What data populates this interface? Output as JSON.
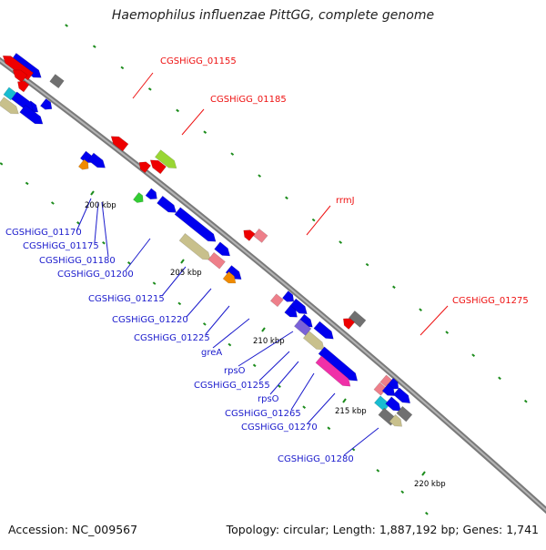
{
  "header": {
    "title": "Haemophilus influenzae PittGG, complete genome"
  },
  "footer": {
    "accession": "Accession: NC_009567",
    "topology": "Topology: circular; Length: 1,887,192 bp; Genes: 1,741"
  },
  "colors": {
    "backbone": "#8c8c8c",
    "cds_forward": "#0000ee",
    "cds_reverse": "#ee0000",
    "pale_tan": "#c8c08c",
    "pink": "#ee7f8a",
    "orange": "#f08a00",
    "green": "#33cc33",
    "lime": "#99d633",
    "cyan": "#18bcd0",
    "gray": "#707070",
    "purple": "#7a62d8",
    "magenta": "#f030a8",
    "tick": "#1c8c1c"
  },
  "scale": {
    "ticks": [
      "200 kbp",
      "205 kbp",
      "210 kbp",
      "215 kbp",
      "220 kbp"
    ]
  },
  "gene_labels_reverse": [
    "CGSHiGG_01155",
    "CGSHiGG_01185",
    "rrmJ",
    "CGSHiGG_01275"
  ],
  "gene_labels_forward": [
    "CGSHiGG_01170",
    "CGSHiGG_01175",
    "CGSHiGG_01180",
    "CGSHiGG_01200",
    "CGSHiGG_01215",
    "CGSHiGG_01220",
    "CGSHiGG_01225",
    "greA",
    "rpsO",
    "CGSHiGG_01255",
    "rpsO",
    "CGSHiGG_01265",
    "CGSHiGG_01270",
    "CGSHiGG_01280"
  ],
  "features": [
    {
      "ring": -1.0,
      "s": 22,
      "e": 60,
      "c": "cds_forward",
      "d": 1
    },
    {
      "ring": -0.5,
      "s": 12,
      "e": 50,
      "c": "cds_reverse",
      "d": -1
    },
    {
      "ring": -1.6,
      "s": 70,
      "e": 82,
      "c": "gray",
      "d": 0
    },
    {
      "ring": 0.0,
      "s": 30,
      "e": 46,
      "c": "cds_reverse",
      "d": -1
    },
    {
      "ring": 0.6,
      "s": 42,
      "e": 54,
      "c": "cds_reverse",
      "d": -1
    },
    {
      "ring": 1.7,
      "s": 66,
      "e": 80,
      "c": "cds_forward",
      "d": 1
    },
    {
      "ring": 0.7,
      "s": 78,
      "e": 90,
      "c": "cds_forward",
      "d": 1
    },
    {
      "ring": 1.9,
      "s": 38,
      "e": 48,
      "c": "cyan",
      "d": 0
    },
    {
      "ring": 1.8,
      "s": 48,
      "e": 74,
      "c": "cds_forward",
      "d": 1
    },
    {
      "ring": 2.9,
      "s": 40,
      "e": 64,
      "c": "pale_tan",
      "d": 1
    },
    {
      "ring": 2.3,
      "s": 64,
      "e": 92,
      "c": "cds_forward",
      "d": 1
    },
    {
      "ring": -0.6,
      "s": 160,
      "e": 180,
      "c": "cds_reverse",
      "d": -1
    },
    {
      "ring": -2.0,
      "s": 212,
      "e": 238,
      "c": "lime",
      "d": 1
    },
    {
      "ring": -1.1,
      "s": 210,
      "e": 228,
      "c": "cds_reverse",
      "d": -1
    },
    {
      "ring": -0.3,
      "s": 202,
      "e": 214,
      "c": "cds_reverse",
      "d": -1
    },
    {
      "ring": 2.3,
      "s": 148,
      "e": 162,
      "c": "cds_forward",
      "d": 1
    },
    {
      "ring": 2.0,
      "s": 156,
      "e": 176,
      "c": "cds_forward",
      "d": 1
    },
    {
      "ring": 3.0,
      "s": 152,
      "e": 162,
      "c": "orange",
      "d": 1
    },
    {
      "ring": 2.3,
      "s": 222,
      "e": 232,
      "c": "green",
      "d": 1
    },
    {
      "ring": 1.3,
      "s": 230,
      "e": 242,
      "c": "cds_forward",
      "d": 1
    },
    {
      "ring": 1.0,
      "s": 268,
      "e": 322,
      "c": "cds_forward",
      "d": 1
    },
    {
      "ring": 1.2,
      "s": 245,
      "e": 268,
      "c": "cds_forward",
      "d": 1
    },
    {
      "ring": 2.6,
      "s": 290,
      "e": 330,
      "c": "pale_tan",
      "d": 1
    },
    {
      "ring": 1.2,
      "s": 326,
      "e": 344,
      "c": "cds_forward",
      "d": 1
    },
    {
      "ring": 2.3,
      "s": 328,
      "e": 344,
      "c": "pink",
      "d": 0
    },
    {
      "ring": 2.2,
      "s": 352,
      "e": 370,
      "c": "cds_forward",
      "d": 1
    },
    {
      "ring": 2.8,
      "s": 354,
      "e": 368,
      "c": "orange",
      "d": 1
    },
    {
      "ring": -2.0,
      "s": 350,
      "e": 362,
      "c": "pink",
      "d": 0
    },
    {
      "ring": -1.4,
      "s": 338,
      "e": 350,
      "c": "cds_reverse",
      "d": -1
    },
    {
      "ring": 1.6,
      "s": 410,
      "e": 420,
      "c": "pink",
      "d": 0
    },
    {
      "ring": 0.7,
      "s": 418,
      "e": 430,
      "c": "cds_forward",
      "d": 1
    },
    {
      "ring": 0.8,
      "s": 430,
      "e": 450,
      "c": "cds_forward",
      "d": 1
    },
    {
      "ring": 1.6,
      "s": 430,
      "e": 444,
      "c": "cds_forward",
      "d": 1
    },
    {
      "ring": 1.4,
      "s": 448,
      "e": 464,
      "c": "cds_forward",
      "d": 1
    },
    {
      "ring": 2.0,
      "s": 448,
      "e": 464,
      "c": "purple",
      "d": 0
    },
    {
      "ring": 2.3,
      "s": 464,
      "e": 490,
      "c": "pale_tan",
      "d": 1
    },
    {
      "ring": 1.0,
      "s": 466,
      "e": 490,
      "c": "cds_forward",
      "d": 1
    },
    {
      "ring": 2.5,
      "s": 488,
      "e": 540,
      "c": "cds_forward",
      "d": 1
    },
    {
      "ring": 3.3,
      "s": 492,
      "e": 538,
      "c": "magenta",
      "d": 1
    },
    {
      "ring": -1.8,
      "s": 488,
      "e": 504,
      "c": "gray",
      "d": 0
    },
    {
      "ring": -1.0,
      "s": 484,
      "e": 496,
      "c": "cds_reverse",
      "d": -1
    },
    {
      "ring": 0.8,
      "s": 560,
      "e": 570,
      "c": "pink",
      "d": 0
    },
    {
      "ring": 1.7,
      "s": 560,
      "e": 570,
      "c": "pink",
      "d": 0
    },
    {
      "ring": 0.6,
      "s": 568,
      "e": 580,
      "c": "cds_forward",
      "d": 1
    },
    {
      "ring": 1.3,
      "s": 568,
      "e": 582,
      "c": "cds_forward",
      "d": 1
    },
    {
      "ring": 0.9,
      "s": 580,
      "e": 600,
      "c": "cds_forward",
      "d": 1
    },
    {
      "ring": 2.6,
      "s": 570,
      "e": 584,
      "c": "cyan",
      "d": 0
    },
    {
      "ring": 2.0,
      "s": 580,
      "e": 598,
      "c": "cds_forward",
      "d": 1
    },
    {
      "ring": 3.2,
      "s": 582,
      "e": 600,
      "c": "gray",
      "d": 0
    },
    {
      "ring": 2.0,
      "s": 596,
      "e": 610,
      "c": "gray",
      "d": 0
    },
    {
      "ring": 3.0,
      "s": 596,
      "e": 610,
      "c": "pale_tan",
      "d": 1
    }
  ]
}
